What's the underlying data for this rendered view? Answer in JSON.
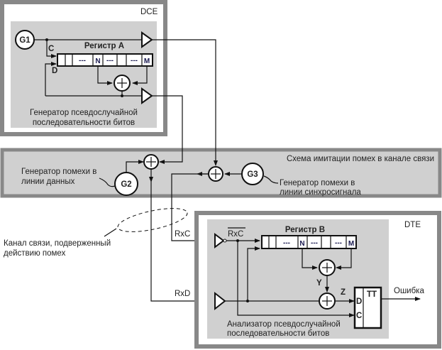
{
  "dce": {
    "title": "DCE",
    "generator": "G1",
    "register_title": "Регистр А",
    "clock_input": "C",
    "data_input": "D",
    "cells": [
      "",
      "",
      "---",
      "N",
      "---",
      "",
      "---",
      "M"
    ],
    "caption_line1": "Генератор псевдослучайной",
    "caption_line2": "последовательности битов"
  },
  "noise": {
    "title": "Схема имитации помех в канале связи",
    "data_gen": "G2",
    "data_gen_line1": "Генератор помехи в",
    "data_gen_line2": "линии данных",
    "clock_gen": "G3",
    "clock_gen_line1": "Генератор помехи в",
    "clock_gen_line2": "линии синхросигнала"
  },
  "channel": {
    "line1": "Канал связи, подверженный",
    "line2": "действию помех",
    "rxc": "RxC",
    "rxd": "RxD"
  },
  "dte": {
    "title": "DTE",
    "rxc_inv": "RxC",
    "register_title": "Регистр В",
    "cells": [
      "",
      "",
      "---",
      "N",
      "---",
      "",
      "---",
      "M"
    ],
    "y_label": "Y",
    "z_label": "Z",
    "ff_title": "TT",
    "ff_d": "D",
    "ff_c": "C",
    "output": "Ошибка",
    "caption_line1": "Анализатор псевдослучайной",
    "caption_line2": "последовательности битов"
  }
}
